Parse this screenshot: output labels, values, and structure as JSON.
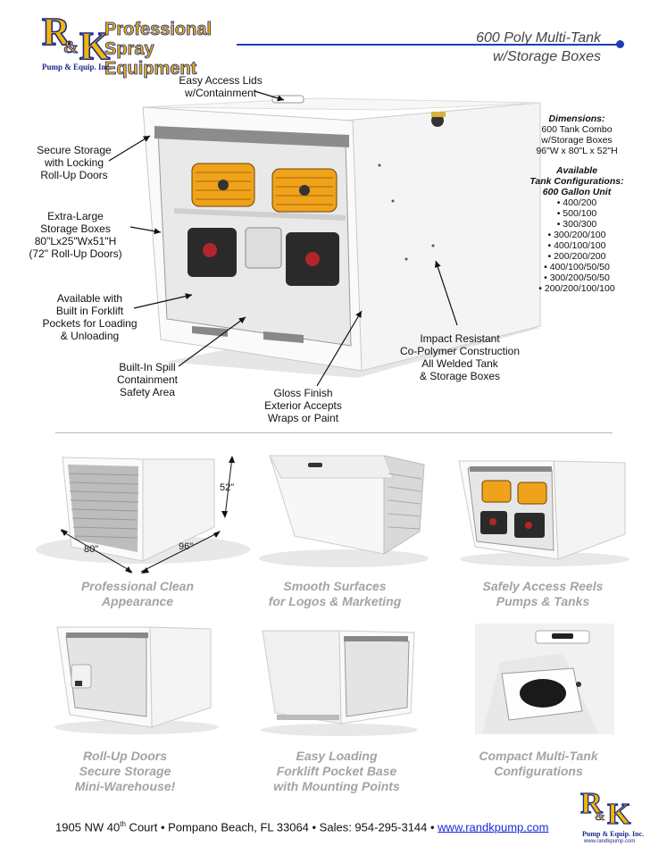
{
  "header": {
    "logo_r": "R",
    "logo_amp": "&",
    "logo_k": "K",
    "logo_line1": "Professional",
    "logo_line2": "Spray Equipment",
    "logo_sub": "Pump & Equip. Inc.",
    "title_line1": "600 Poly Multi-Tank",
    "title_line2": "w/Storage Boxes",
    "accent_color": "#1c3fb7",
    "logo_gold": "#f2b705",
    "logo_navy": "#1b2a8a"
  },
  "callouts": {
    "lids": [
      "Easy Access Lids",
      "w/Containment"
    ],
    "secure": [
      "Secure Storage",
      "with Locking",
      "Roll-Up Doors"
    ],
    "boxes": [
      "Extra-Large",
      "Storage Boxes",
      "80\"Lx25\"Wx51\"H",
      "(72\" Roll-Up Doors)"
    ],
    "forklift": [
      "Available with",
      "Built in Forklift",
      "Pockets for Loading",
      "& Unloading"
    ],
    "spill": [
      "Built-In Spill",
      "Containment",
      "Safety Area"
    ],
    "gloss": [
      "Gloss Finish",
      "Exterior Accepts",
      "Wraps or Paint"
    ],
    "impact": [
      "Impact Resistant",
      "Co-Polymer Construction",
      "All Welded Tank",
      "& Storage Boxes"
    ]
  },
  "specs": {
    "dim_heading": "Dimensions:",
    "dim_lines": [
      "600 Tank Combo",
      "w/Storage Boxes",
      "96\"W x 80\"L x 52\"H"
    ],
    "config_heading": [
      "Available",
      "Tank Configurations:",
      "600 Gallon Unit"
    ],
    "configs": [
      "• 400/200",
      "• 500/100",
      "• 300/300",
      "• 300/200/100",
      "• 400/100/100",
      "• 200/200/200",
      "• 400/100/50/50",
      "• 300/200/50/50",
      "• 200/200/100/100"
    ]
  },
  "dims": {
    "height": "52\"",
    "length": "80\"",
    "width": "96\""
  },
  "captions": [
    [
      "Professional Clean",
      "Appearance"
    ],
    [
      "Smooth Surfaces",
      "for Logos & Marketing"
    ],
    [
      "Safely Access Reels",
      "Pumps & Tanks"
    ],
    [
      "Roll-Up Doors",
      "Secure Storage",
      "Mini-Warehouse!"
    ],
    [
      "Easy Loading",
      "Forklift Pocket Base",
      "with Mounting Points"
    ],
    [
      "Compact Multi-Tank",
      "Configurations"
    ]
  ],
  "footer": {
    "address_a": "1905 NW 40",
    "address_sup": "th",
    "address_b": " Court • Pompano Beach, FL 33064 • Sales: 954-295-3144 • ",
    "website": "www.randkpump.com",
    "logo_sub": "Pump & Equip. Inc.",
    "logo_web": "www.randkpump.com"
  }
}
